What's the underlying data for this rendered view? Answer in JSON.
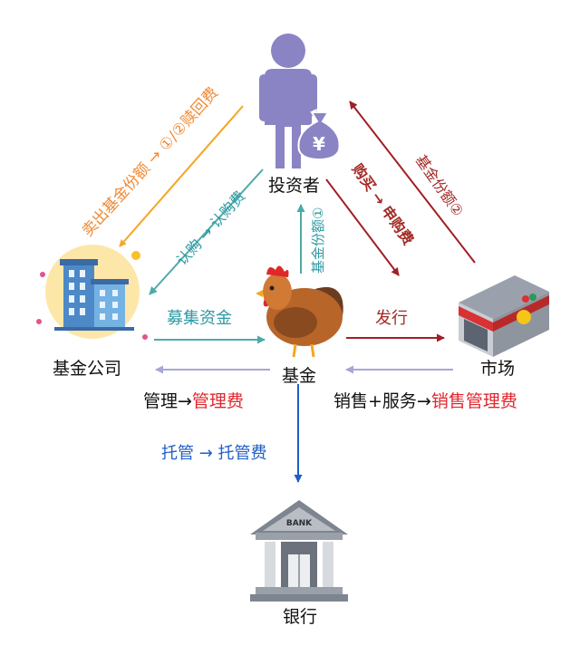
{
  "nodes": {
    "investor": "投资者",
    "fund_company": "基金公司",
    "fund": "基金",
    "market": "市场",
    "bank": "银行",
    "bank_sign": "BANK",
    "money_symbol": "¥"
  },
  "edges": {
    "sell_shares": "卖出基金份额 → ①/②赎回费",
    "subscribe": "认购 → 认购费",
    "fund_shares_1": "基金份额①",
    "purchase": "购买 → 申购费",
    "fund_shares_2": "基金份额②",
    "raise_funds": "募集资金",
    "issue": "发行",
    "mgmt_prefix": "管理→",
    "mgmt_fee": "管理费",
    "sales_prefix": "销售+服务→",
    "sales_fee": "销售管理费",
    "custody": "托管 → 托管费"
  },
  "colors": {
    "orange": "#f5a623",
    "teal": "#4eaaa9",
    "dark_red": "#a11f25",
    "lavender": "#a8a6d6",
    "blue": "#1f5fc6",
    "red_text": "#e0282e",
    "person": "#8a84c5"
  },
  "icons": [
    "person-icon",
    "money-bag-icon",
    "office-building-icon",
    "chicken-icon",
    "shop-icon",
    "bank-building-icon"
  ]
}
